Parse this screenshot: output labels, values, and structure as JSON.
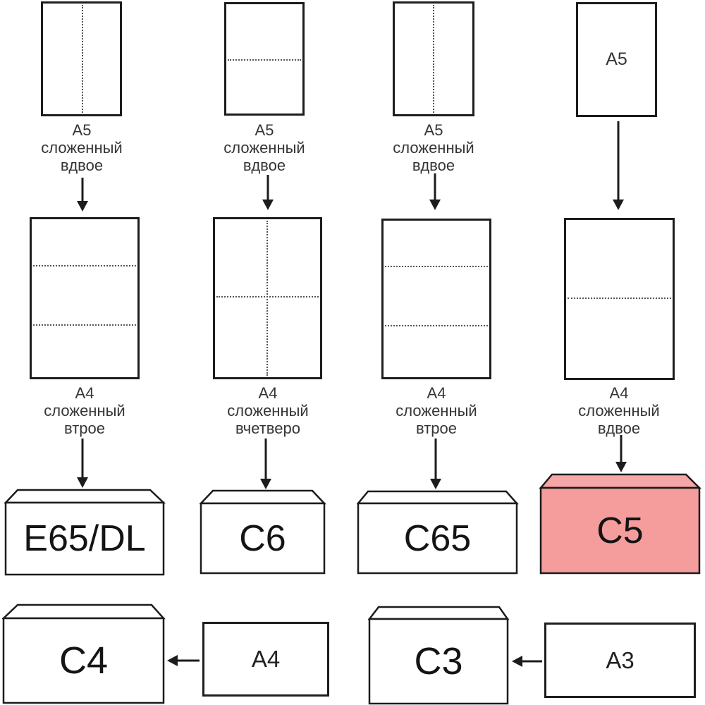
{
  "colors": {
    "background": "#ffffff",
    "line": "#1c1c1c",
    "caption_text": "#353535",
    "c5_body": "#f59c9c",
    "c5_flap": "#f6a6a6"
  },
  "columns": [
    {
      "top_caption": "А5\nсложенный\nвдвое",
      "mid_caption": "А4\nсложенный\nвтрое",
      "envelope_label": "E65/DL"
    },
    {
      "top_caption": "А5\nсложенный\nвдвое",
      "mid_caption": "А4\nсложенный\nвчетверо",
      "envelope_label": "C6"
    },
    {
      "top_caption": "А5\nсложенный\nвдвое",
      "mid_caption": "А4\nсложенный\nвтрое",
      "envelope_label": "C65"
    },
    {
      "top_sheet_label": "A5",
      "mid_caption": "А4\nсложенный\nвдвое",
      "envelope_label": "C5"
    }
  ],
  "bottom": {
    "left": {
      "envelope_label": "C4",
      "sheet_label": "A4"
    },
    "right": {
      "envelope_label": "C3",
      "sheet_label": "A3"
    }
  }
}
